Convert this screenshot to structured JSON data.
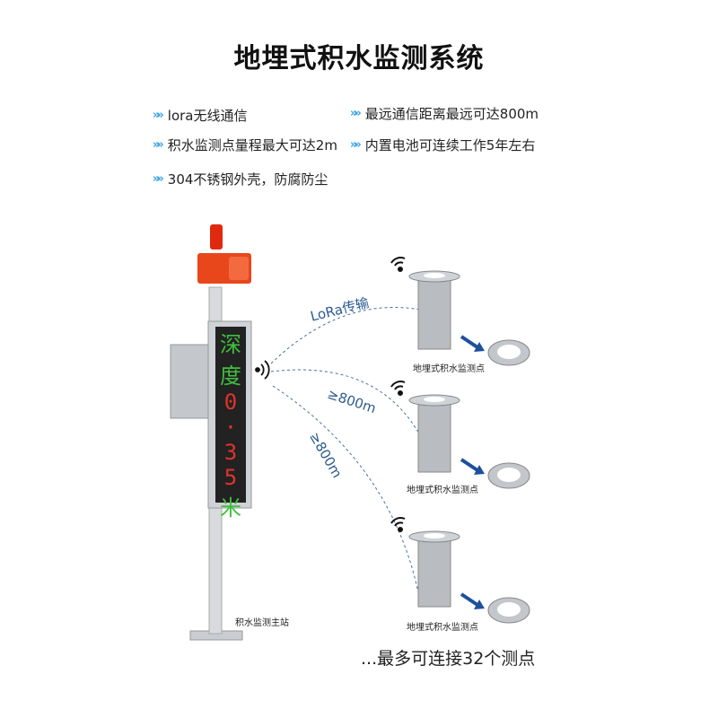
{
  "title": "地埋式积水监测系统",
  "features": [
    "lora无线通信",
    "最远通信距离最远可达800m",
    "积水监测点量程最大可达2m",
    "内置电池可连续工作5年左右",
    "304不锈钢外壳，防腐防尘"
  ],
  "display": {
    "chars": [
      "深",
      "度",
      "0",
      "·",
      "3",
      "5",
      "米"
    ]
  },
  "main_station_label": "积水监测主站",
  "link_labels": [
    "LoRa传输",
    "≥800m",
    "≥800m"
  ],
  "sensor_label": "地埋式积水监测点",
  "footer": "...最多可连接32个测点",
  "colors": {
    "accent": "#3fa4e0",
    "alarm": "#e8471c",
    "link_text": "#2c5a8f",
    "arrow": "#1e4f9c"
  }
}
